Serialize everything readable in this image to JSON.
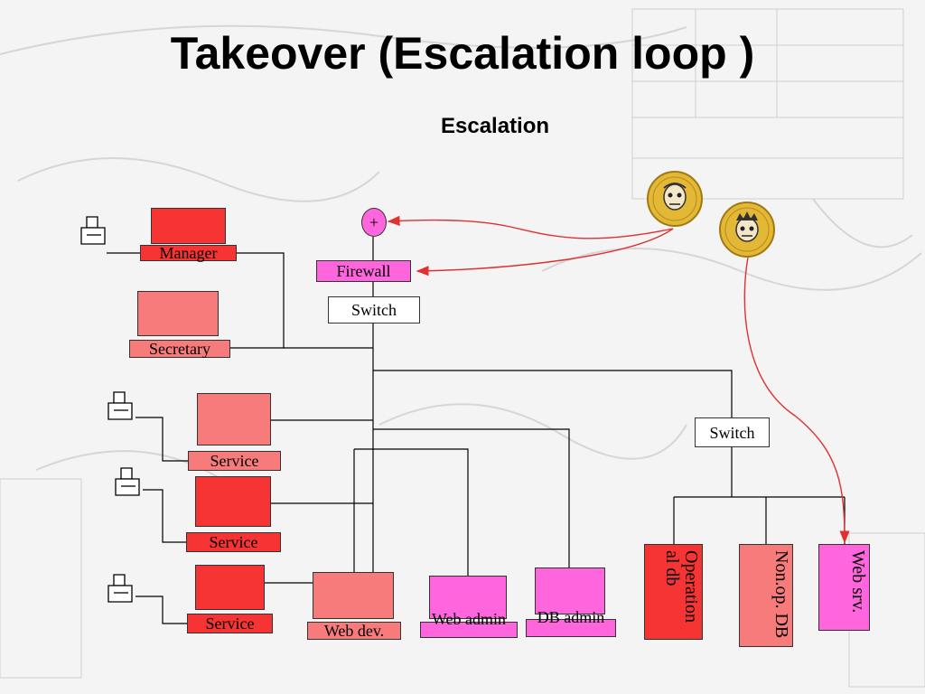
{
  "title": "Takeover (Escalation loop )",
  "subtitle": "Escalation",
  "nodes": {
    "plus": "+",
    "firewall": "Firewall",
    "switch_top": "Switch",
    "switch_right": "Switch",
    "manager": "Manager",
    "secretary": "Secretary",
    "service_1": "Service",
    "service_2": "Service",
    "service_3": "Service",
    "web_dev": "Web dev.",
    "web_admin": "Web admin",
    "db_admin": "DB admin",
    "operational_db": "Operation al db",
    "non_op_db": "Non.op. DB",
    "web_srv": "Web srv."
  },
  "colors": {
    "red": "#f63434",
    "pink": "#f77b7b",
    "magenta": "#ff66dd",
    "attack_arrow": "#e03030"
  },
  "icons": [
    "printer-icon",
    "hacker-coin-icon"
  ]
}
